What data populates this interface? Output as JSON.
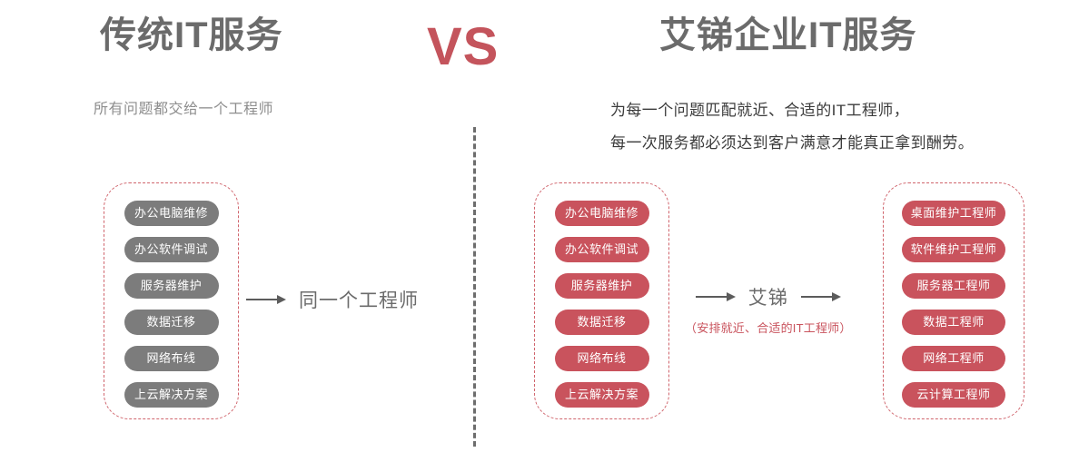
{
  "colors": {
    "accent_red": "#c9535d",
    "vs_red": "#c4545c",
    "pill_gray": "#7c7c7c",
    "heading_gray": "#6b6b6b",
    "divider_gray": "#6d6d6d",
    "dashed_border": "#d0656d"
  },
  "vs": {
    "label": "VS"
  },
  "left": {
    "heading": "传统IT服务",
    "subheading": "所有问题都交给一个工程师",
    "services": [
      "办公电脑维修",
      "办公软件调试",
      "服务器维护",
      "数据迁移",
      "网络布线",
      "上云解决方案"
    ],
    "flow": {
      "label": "同一个工程师"
    }
  },
  "right": {
    "heading": "艾锑企业IT服务",
    "subheading_lines": [
      "为每一个问题匹配就近、合适的IT工程师，",
      "每一次服务都必须达到客户满意才能真正拿到酬劳。"
    ],
    "services": [
      "办公电脑维修",
      "办公软件调试",
      "服务器维护",
      "数据迁移",
      "网络布线",
      "上云解决方案"
    ],
    "flow": {
      "label": "艾锑",
      "note": "（安排就近、合适的IT工程师）"
    },
    "engineers": [
      "桌面维护工程师",
      "软件维护工程师",
      "服务器工程师",
      "数据工程师",
      "网络工程师",
      "云计算工程师"
    ]
  }
}
